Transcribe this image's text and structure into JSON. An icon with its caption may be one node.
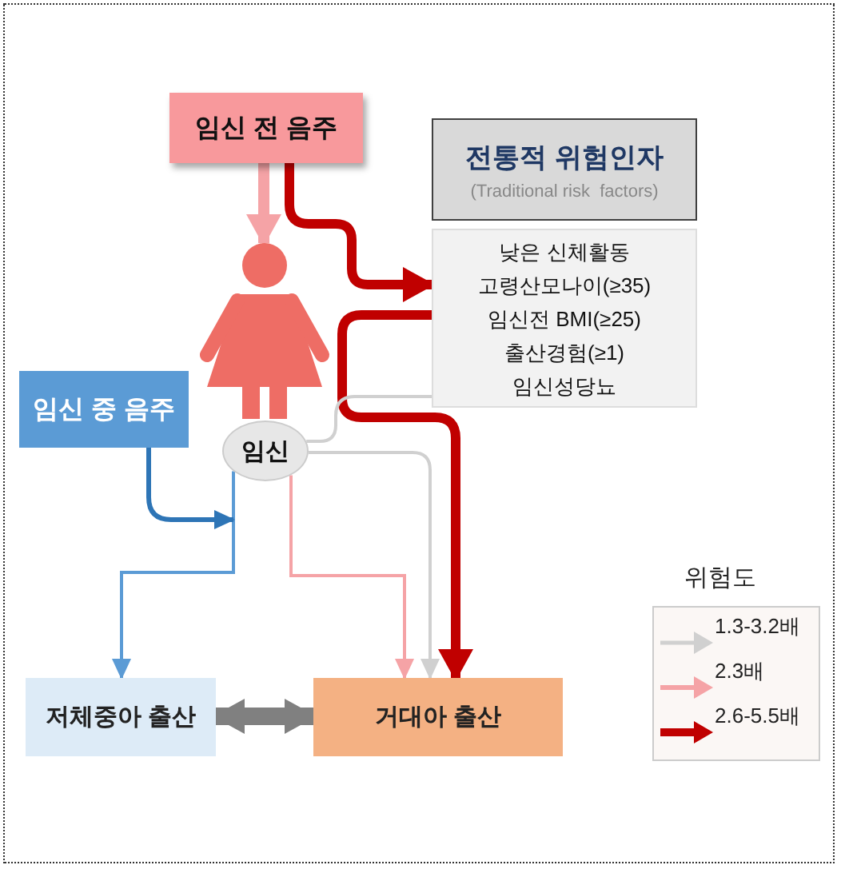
{
  "diagram": {
    "nodes": [
      {
        "text": [
          "임신 전 음주"
        ]
      },
      {
        "text": [
          "전통적 위험인자",
          "(Traditional risk  factors)"
        ]
      },
      {
        "text": [
          "낮은 신체활동",
          "고령산모나이(≥35)",
          "임신전 BMI(≥25)",
          "출산경험(≥1)",
          "임신성당뇨"
        ]
      },
      {
        "text": [],
        "shape": "person"
      },
      {
        "text": [
          "임신"
        ]
      },
      {
        "text": [
          "임신 중 음주"
        ]
      },
      {
        "text": [
          "저체중아 출산"
        ]
      },
      {
        "text": [
          "거대아 출산"
        ]
      }
    ],
    "edges": [
      {
        "from": 0,
        "to": 3,
        "arrow": "to",
        "style": "thick",
        "color": "#f5a3a6"
      },
      {
        "from": 0,
        "to": 2,
        "arrow": "to",
        "style": "thick",
        "color": "#c00000"
      },
      {
        "from": 2,
        "to": 7,
        "arrow": "to",
        "style": "thick",
        "color": "#c00000"
      },
      {
        "from": 2,
        "to": 4,
        "arrow": "none",
        "color": "#d0d0d0"
      },
      {
        "from": 4,
        "to": 7,
        "arrow": "to",
        "color": "#d0d0d0"
      },
      {
        "from": 4,
        "to": 7,
        "arrow": "to",
        "color": "#f5a3a6"
      },
      {
        "from": 4,
        "to": 6,
        "arrow": "to",
        "color": "#5b9bd5"
      },
      {
        "from": 5,
        "to": 4,
        "arrow": "to",
        "color": "#2e75b6"
      },
      {
        "from": 6,
        "to": 7,
        "arrow": "both",
        "style": "thick",
        "color": "#808080"
      }
    ],
    "labels": [
      "위험도"
    ],
    "legend": [
      {
        "text": "1.3-3.2배"
      },
      {
        "text": "2.3배"
      },
      {
        "text": "2.6-5.5배"
      }
    ]
  }
}
